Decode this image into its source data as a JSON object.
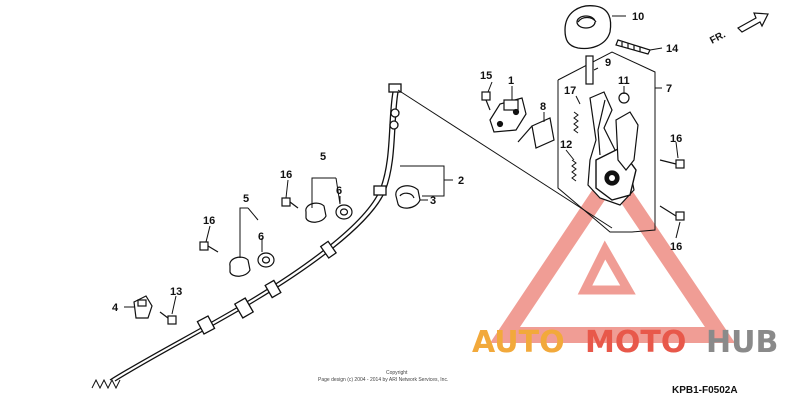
{
  "diagram": {
    "direction_label": "FR.",
    "diagram_code": "KPB1-F0502A",
    "copyright": {
      "line1": "Copyright",
      "line2": "Page design (c) 2004 - 2014 by ARI Network Services, Inc."
    },
    "callouts": {
      "c1": "1",
      "c2": "2",
      "c3": "3",
      "c4": "4",
      "c5a": "5",
      "c5b": "5",
      "c6a": "6",
      "c6b": "6",
      "c7": "7",
      "c8": "8",
      "c9": "9",
      "c10": "10",
      "c11": "11",
      "c12": "12",
      "c13": "13",
      "c14": "14",
      "c15": "15",
      "c16a": "16",
      "c16b": "16",
      "c16c": "16",
      "c16d": "16",
      "c17": "17"
    }
  },
  "watermark": {
    "word1": "AUTO",
    "word2": "MOTO",
    "word3": "HUB",
    "colors": {
      "orange": "#f2a93b",
      "red": "#e8584a",
      "gray": "#8a8a8a"
    }
  }
}
